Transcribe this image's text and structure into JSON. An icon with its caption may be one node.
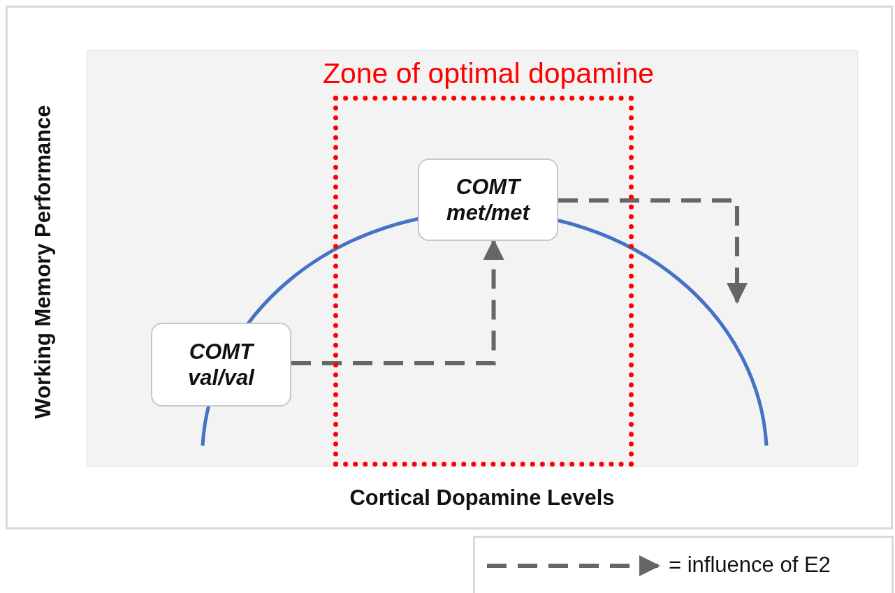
{
  "diagram": {
    "nodes": [
      {
        "text": [
          "Zone of optimal dopamine"
        ]
      },
      {
        "text": [
          "COMT met/met"
        ],
        "in": 0
      },
      {
        "text": [
          "COMT val/val"
        ]
      }
    ],
    "edges": [
      {
        "from": 2,
        "to": 1,
        "arrow": "to",
        "style": "dashed"
      },
      {
        "from": 1,
        "to": null,
        "arrow": "to",
        "style": "dashed"
      }
    ],
    "labels": [
      "Working Memory Performance",
      "Cortical Dopamine Levels"
    ],
    "legend": [
      {
        "text": "= influence of E2"
      }
    ]
  }
}
